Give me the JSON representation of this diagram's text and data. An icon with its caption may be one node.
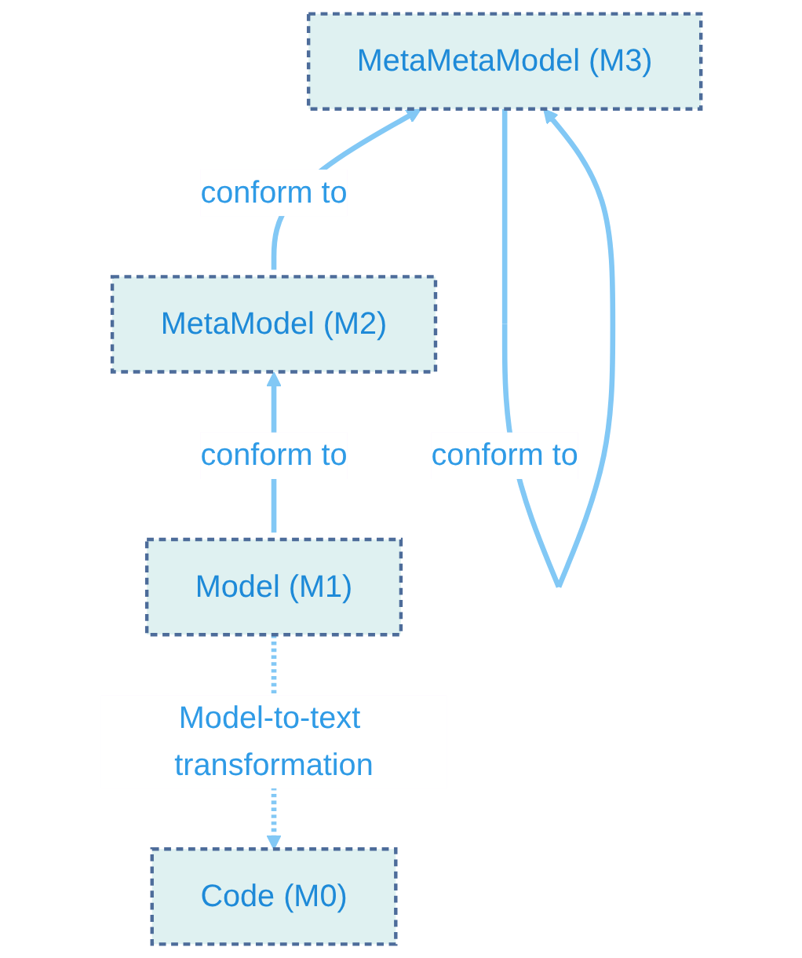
{
  "diagram": {
    "nodes": [
      {
        "text": [
          "MetaMetaModel (M3)"
        ]
      },
      {
        "text": [
          "MetaModel (M2)"
        ]
      },
      {
        "text": [
          "Model (M1)"
        ]
      },
      {
        "text": [
          "Code (M0)"
        ]
      }
    ],
    "edges": [
      {
        "from": 0,
        "to": 0,
        "arrow": "to",
        "label": "conform to"
      },
      {
        "from": 1,
        "to": 0,
        "arrow": "to",
        "label": "conform to"
      },
      {
        "from": 2,
        "to": 1,
        "arrow": "to",
        "label": "conform to"
      },
      {
        "from": 2,
        "to": 3,
        "arrow": "to",
        "label": "Model-to-text transformation",
        "style": "dashed"
      }
    ]
  }
}
